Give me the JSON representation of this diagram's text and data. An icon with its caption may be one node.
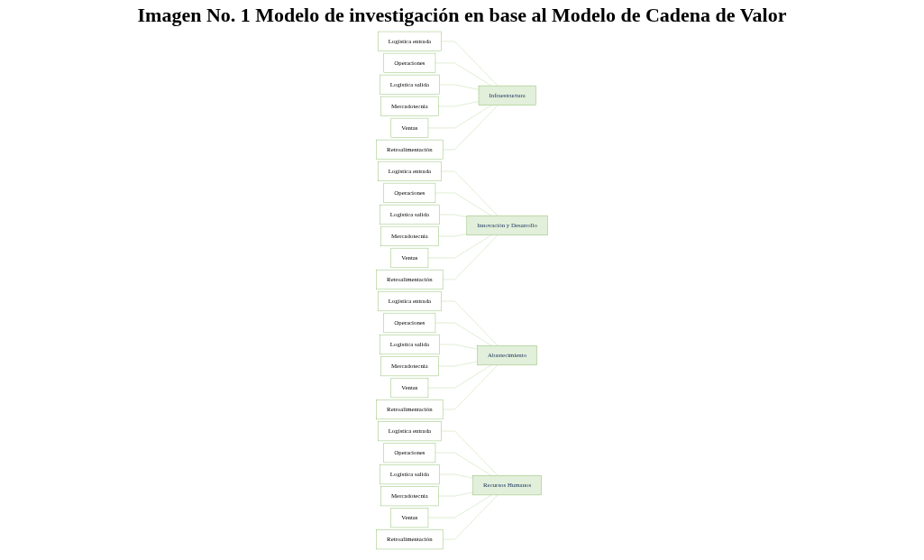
{
  "diagram": {
    "title": "Imagen No. 1 Modelo de investigación en base al Modelo de Cadena de Valor",
    "nodes": [
      {
        "text": [
          "Logística entrada"
        ]
      },
      {
        "text": [
          "Operaciones"
        ]
      },
      {
        "text": [
          "Logística salida"
        ]
      },
      {
        "text": [
          "Mercadotecnia"
        ]
      },
      {
        "text": [
          "Ventas"
        ]
      },
      {
        "text": [
          "Retroalimentación"
        ]
      },
      {
        "text": [
          "Infraestructura"
        ]
      },
      {
        "text": [
          "Logística entrada"
        ]
      },
      {
        "text": [
          "Operaciones"
        ]
      },
      {
        "text": [
          "Logística salida"
        ]
      },
      {
        "text": [
          "Mercadotecnia"
        ]
      },
      {
        "text": [
          "Ventas"
        ]
      },
      {
        "text": [
          "Retroalimentación"
        ]
      },
      {
        "text": [
          "Innovación y Desarrollo"
        ]
      },
      {
        "text": [
          "Logística entrada"
        ]
      },
      {
        "text": [
          "Operaciones"
        ]
      },
      {
        "text": [
          "Logística salida"
        ]
      },
      {
        "text": [
          "Mercadotecnia"
        ]
      },
      {
        "text": [
          "Ventas"
        ]
      },
      {
        "text": [
          "Retroalimentación"
        ]
      },
      {
        "text": [
          "Abastecimiento"
        ]
      },
      {
        "text": [
          "Logística entrada"
        ]
      },
      {
        "text": [
          "Operaciones"
        ]
      },
      {
        "text": [
          "Logística salida"
        ]
      },
      {
        "text": [
          "Mercadotecnia"
        ]
      },
      {
        "text": [
          "Ventas"
        ]
      },
      {
        "text": [
          "Retroalimentación"
        ]
      },
      {
        "text": [
          "Recursos Humanos"
        ]
      }
    ],
    "edges": [
      {
        "from": 0,
        "to": 6,
        "arrow": "none"
      },
      {
        "from": 1,
        "to": 6,
        "arrow": "none"
      },
      {
        "from": 2,
        "to": 6,
        "arrow": "none"
      },
      {
        "from": 3,
        "to": 6,
        "arrow": "none"
      },
      {
        "from": 4,
        "to": 6,
        "arrow": "none"
      },
      {
        "from": 5,
        "to": 6,
        "arrow": "none"
      },
      {
        "from": 7,
        "to": 13,
        "arrow": "none"
      },
      {
        "from": 8,
        "to": 13,
        "arrow": "none"
      },
      {
        "from": 9,
        "to": 13,
        "arrow": "none"
      },
      {
        "from": 10,
        "to": 13,
        "arrow": "none"
      },
      {
        "from": 11,
        "to": 13,
        "arrow": "none"
      },
      {
        "from": 12,
        "to": 13,
        "arrow": "none"
      },
      {
        "from": 14,
        "to": 20,
        "arrow": "none"
      },
      {
        "from": 15,
        "to": 20,
        "arrow": "none"
      },
      {
        "from": 16,
        "to": 20,
        "arrow": "none"
      },
      {
        "from": 17,
        "to": 20,
        "arrow": "none"
      },
      {
        "from": 18,
        "to": 20,
        "arrow": "none"
      },
      {
        "from": 19,
        "to": 20,
        "arrow": "none"
      },
      {
        "from": 21,
        "to": 27,
        "arrow": "none"
      },
      {
        "from": 22,
        "to": 27,
        "arrow": "none"
      },
      {
        "from": 23,
        "to": 27,
        "arrow": "none"
      },
      {
        "from": 24,
        "to": 27,
        "arrow": "none"
      },
      {
        "from": 25,
        "to": 27,
        "arrow": "none"
      },
      {
        "from": 26,
        "to": 27,
        "arrow": "none"
      }
    ]
  }
}
